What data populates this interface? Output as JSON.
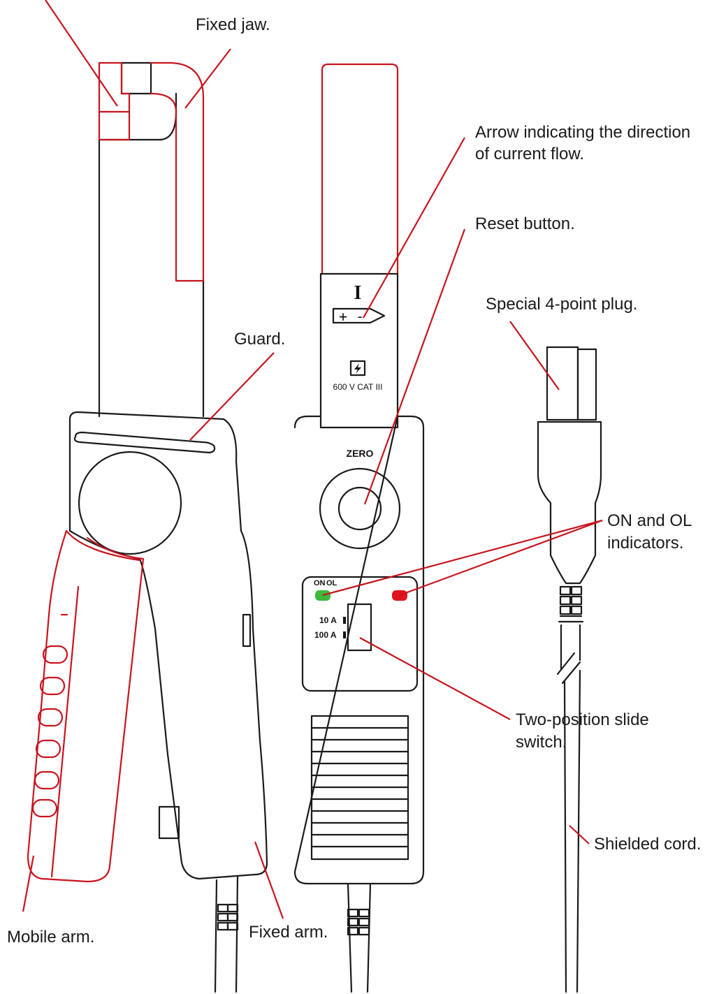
{
  "labels": {
    "fixed_jaw": "Fixed jaw.",
    "arrow_line1": "Arrow indicating the direction",
    "arrow_line2": "of current flow.",
    "reset_button": "Reset button.",
    "plug": "Special 4-point plug.",
    "guard": "Guard.",
    "indicators_line1": "ON and OL",
    "indicators_line2": "indicators.",
    "slide_line1": "Two-position slide",
    "slide_line2": "switch.",
    "shielded_cord": "Shielded cord.",
    "mobile_arm": "Mobile arm.",
    "fixed_arm": "Fixed arm."
  },
  "device": {
    "current_symbol": "I",
    "arrow_signs": "+ -",
    "rating": "600 V CAT III",
    "zero_label": "ZERO",
    "on_label": "ON",
    "ol_label": "OL",
    "range_10": "10 A",
    "range_100": "100 A"
  },
  "colors": {
    "callout": "#c8141e",
    "on_led": "#3db83a",
    "ol_led": "#e0141e",
    "outline": "#1a1a1a"
  }
}
